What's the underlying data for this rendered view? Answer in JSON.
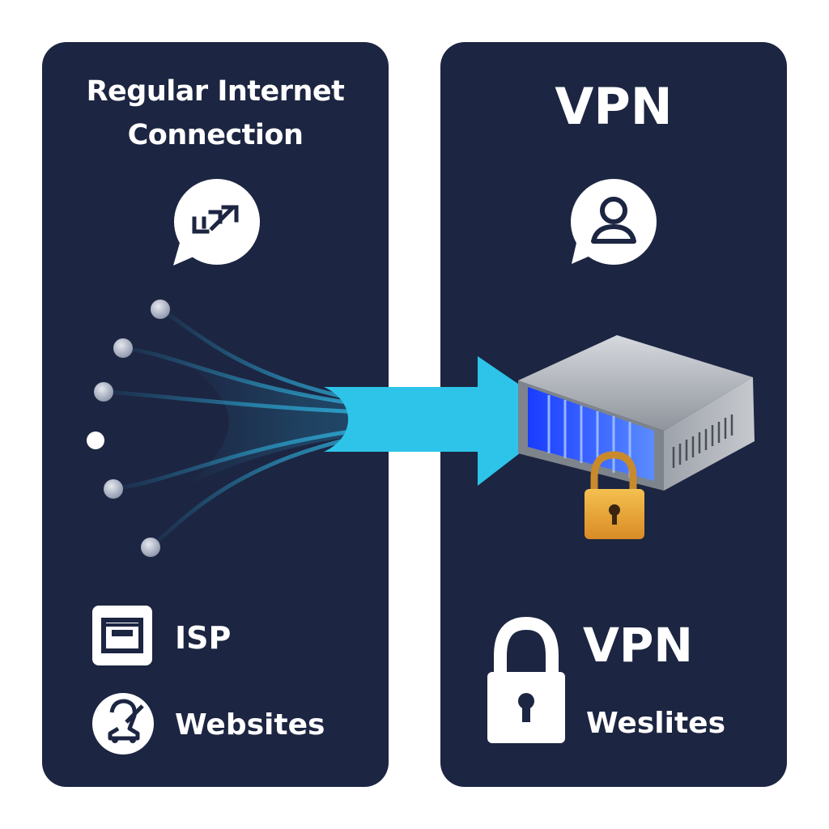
{
  "left_panel": {
    "title": "Regular Internet Connection",
    "isp_label": "ISP",
    "websites_label": "Websites"
  },
  "right_panel": {
    "title": "VPN",
    "vpn_label": "VPN",
    "websites_label": "Weslites"
  },
  "colors": {
    "panel": "#1c2541",
    "arrow": "#2ec4ea",
    "lock_gold": "#e7a53a",
    "server_glow": "#2f5bff"
  }
}
